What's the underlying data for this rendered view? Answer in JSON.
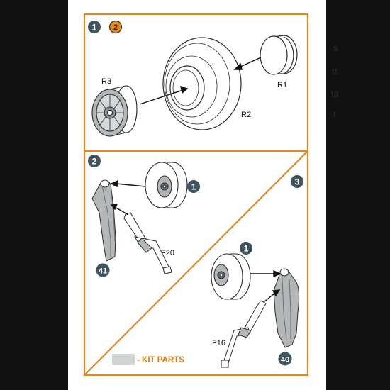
{
  "colors": {
    "background": "#111111",
    "paper": "#ffffff",
    "frame": "#e08a1e",
    "badge_dark": "#3e5560",
    "badge_accent": "#e58b22",
    "part_gray": "#b3b7b8",
    "part_dark": "#6c7073",
    "outline": "#2b2b2b",
    "kit_parts_text": "#e07b10",
    "kit_swatch": "#cfd3d4"
  },
  "steps": {
    "step1": "1",
    "step1_alt": "2",
    "step2": "2",
    "step3": "3"
  },
  "parts": {
    "r1": "R1",
    "r2": "R2",
    "r3": "R3",
    "f20": "F20",
    "f16": "F16",
    "ref_wheel_a": "1",
    "ref_wheel_b": "1",
    "kit_41": "41",
    "kit_40": "40"
  },
  "legend": {
    "kit_parts": "- KIT PARTS"
  },
  "background_text": {
    "edge_1": "s",
    "edge_2": "tt",
    "edge_3": "ta",
    "edge_4": "r"
  }
}
